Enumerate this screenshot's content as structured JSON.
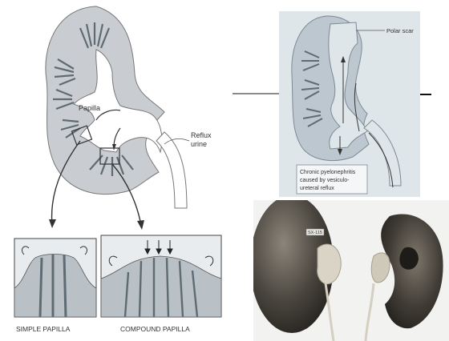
{
  "left_diagram": {
    "label_papilla": "Papilla",
    "label_reflux_line1": "Reflux",
    "label_reflux_line2": "urine",
    "caption_simple": "SIMPLE PAPILLA",
    "caption_compound": "COMPOUND PAPILLA"
  },
  "right_diagram": {
    "label_polar_scar": "Polar scar",
    "caption_line1": "Chronic pyelonephritis",
    "caption_line2": "caused by vesiculo-",
    "caption_line3": "ureteral reflux"
  },
  "photo": {
    "specimen_label": "SX-115"
  },
  "colors": {
    "kidney_fill": "#c9cdd2",
    "right_kidney_fill": "#bcc7cf",
    "right_bg": "#dfe6ea",
    "papilla_dark": "#5e6b73",
    "photo_bg": "#f2f2f0",
    "specimen_dark": "#3a3832"
  }
}
